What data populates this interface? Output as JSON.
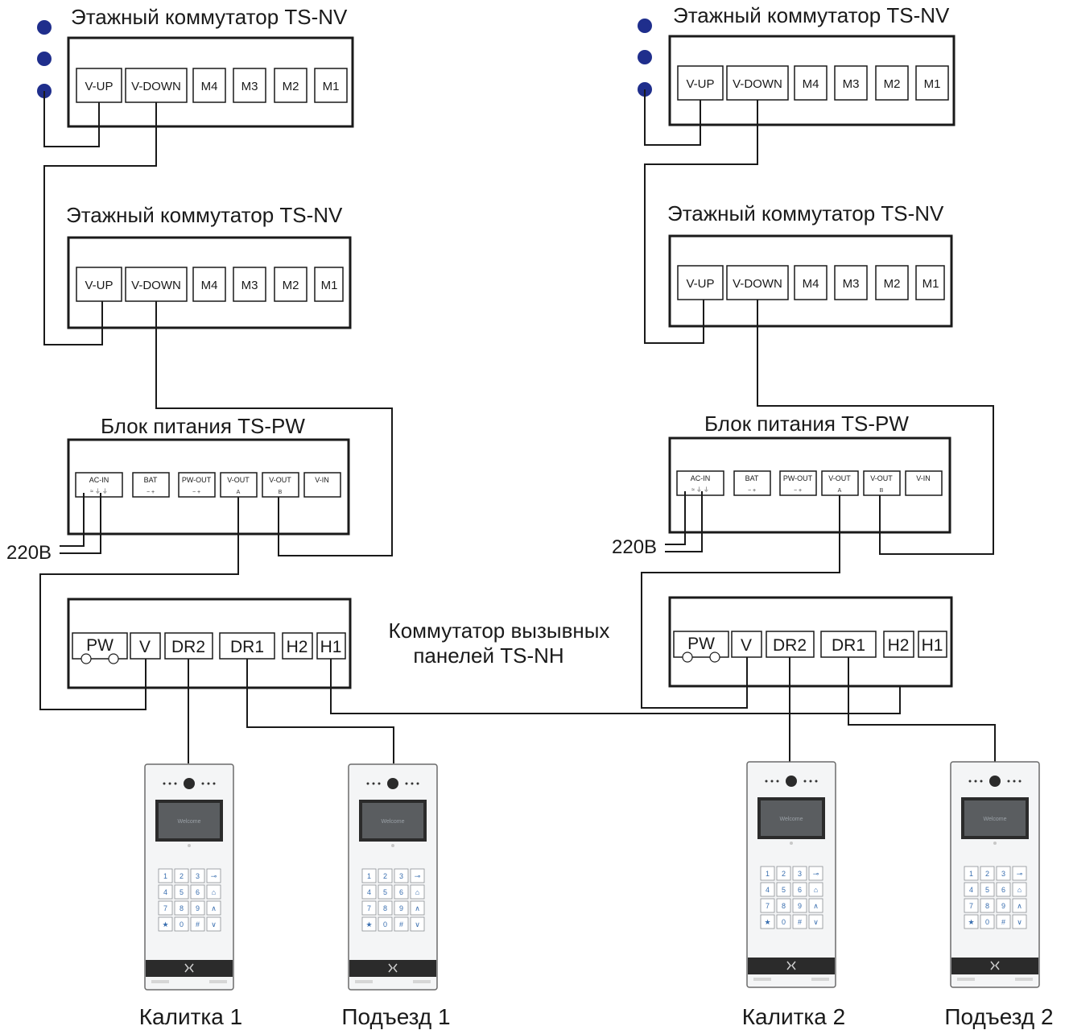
{
  "floor_switch_title": "Этажный коммутатор TS-NV",
  "floor_switch_terminals": [
    "V-UP",
    "V-DOWN",
    "M4",
    "M3",
    "M2",
    "M1"
  ],
  "psu_title": "Блок питания TS-PW",
  "psu_terminals": [
    {
      "name": "AC-IN",
      "sub": "≈ ⏚ ⏚"
    },
    {
      "name": "BAT",
      "sub": "−   +"
    },
    {
      "name": "PW-OUT",
      "sub": "−   +"
    },
    {
      "name": "V-OUT",
      "sub": "A"
    },
    {
      "name": "V-OUT",
      "sub": "B"
    },
    {
      "name": "V-IN",
      "sub": ""
    }
  ],
  "mains_label": "220B",
  "nh_title_line1": "Коммутатор вызывных",
  "nh_title_line2": "панелей TS-NH",
  "nh_terminals": [
    "PW",
    "V",
    "DR2",
    "DR1",
    "H2",
    "H1"
  ],
  "panel_screen_text": "Welcome",
  "panel_keys": [
    "1",
    "2",
    "3",
    "⊸",
    "4",
    "5",
    "6",
    "⌂",
    "7",
    "8",
    "9",
    "∧",
    "★",
    "0",
    "#",
    "∨"
  ],
  "panel_labels": [
    "Калитка 1",
    "Подъезд 1",
    "Калитка 2",
    "Подъезд 2"
  ],
  "colors": {
    "dot": "#1f2e8c",
    "line": "#1a1a1a",
    "panel_dark": "#2b2b2b",
    "key_blue": "#3a6fb0"
  }
}
